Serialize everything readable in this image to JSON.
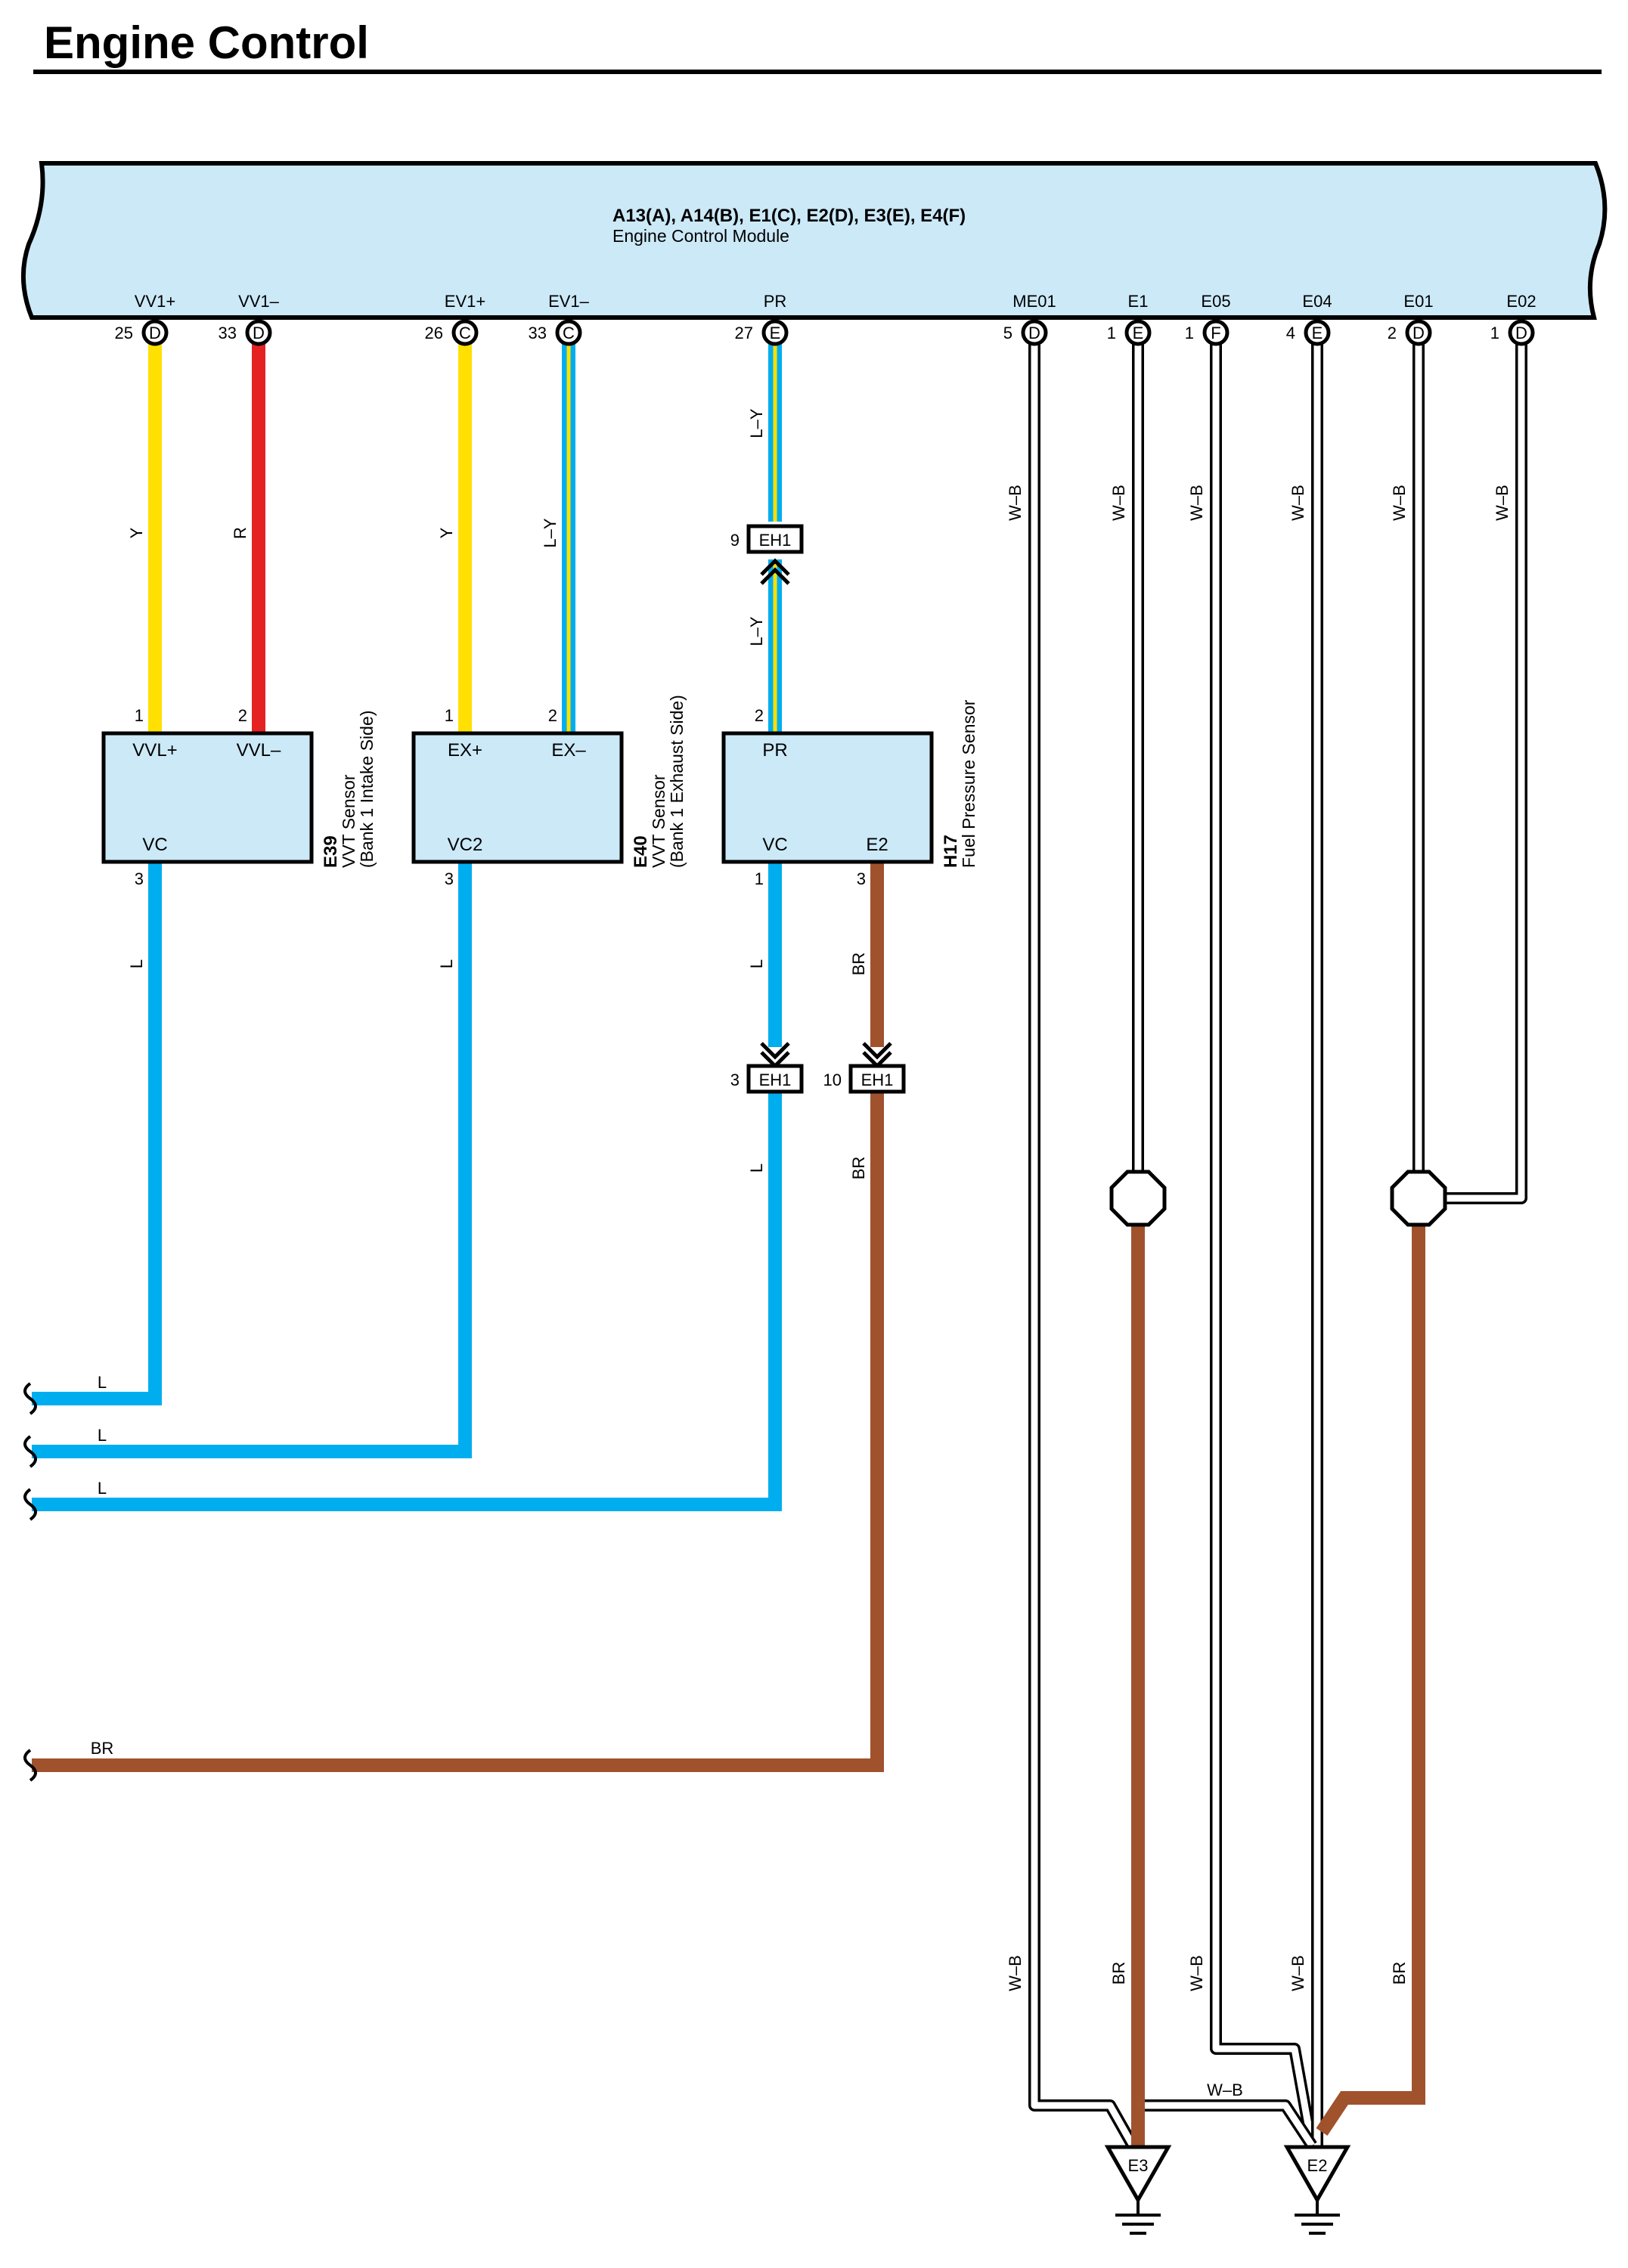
{
  "title": "Engine Control",
  "ecm": {
    "connectors": "A13(A), A14(B), E1(C), E2(D), E3(E), E4(F)",
    "name": "Engine Control Module",
    "pins": [
      {
        "label": "VV1+",
        "num": "25",
        "conn": "D"
      },
      {
        "label": "VV1–",
        "num": "33",
        "conn": "D"
      },
      {
        "label": "EV1+",
        "num": "26",
        "conn": "C"
      },
      {
        "label": "EV1–",
        "num": "33",
        "conn": "C"
      },
      {
        "label": "PR",
        "num": "27",
        "conn": "E"
      },
      {
        "label": "ME01",
        "num": "5",
        "conn": "D"
      },
      {
        "label": "E1",
        "num": "1",
        "conn": "E"
      },
      {
        "label": "E05",
        "num": "1",
        "conn": "F"
      },
      {
        "label": "E04",
        "num": "4",
        "conn": "E"
      },
      {
        "label": "E01",
        "num": "2",
        "conn": "D"
      },
      {
        "label": "E02",
        "num": "1",
        "conn": "D"
      }
    ]
  },
  "components": [
    {
      "code": "E39",
      "desc1": "VVT Sensor",
      "desc2": "(Bank 1 Intake Side)",
      "t1": "VVL+",
      "t2": "VVL–",
      "t3": "VC",
      "n1": "1",
      "n2": "2",
      "n3": "3"
    },
    {
      "code": "E40",
      "desc1": "VVT Sensor",
      "desc2": "(Bank 1 Exhaust Side)",
      "t1": "EX+",
      "t2": "EX–",
      "t3": "VC2",
      "n1": "1",
      "n2": "2",
      "n3": "3"
    },
    {
      "code": "H17",
      "desc1": "Fuel Pressure Sensor",
      "t1": "PR",
      "t3": "VC",
      "t4": "E2",
      "n1": "2",
      "n3": "1",
      "n4": "3"
    }
  ],
  "junctions": [
    {
      "pin": "9",
      "name": "EH1"
    },
    {
      "pin": "3",
      "name": "EH1"
    },
    {
      "pin": "10",
      "name": "EH1"
    }
  ],
  "wire_colors": {
    "y": "Y",
    "r": "R",
    "ly": "L–Y",
    "l": "L",
    "br": "BR",
    "wb": "W–B"
  },
  "grounds": [
    "E3",
    "E2"
  ],
  "colors": {
    "ecm_fill": "#cce9f8",
    "yellow": "#ffe000",
    "red": "#e52222",
    "blue": "#00aeef",
    "brown": "#a0522d",
    "white": "#ffffff"
  }
}
